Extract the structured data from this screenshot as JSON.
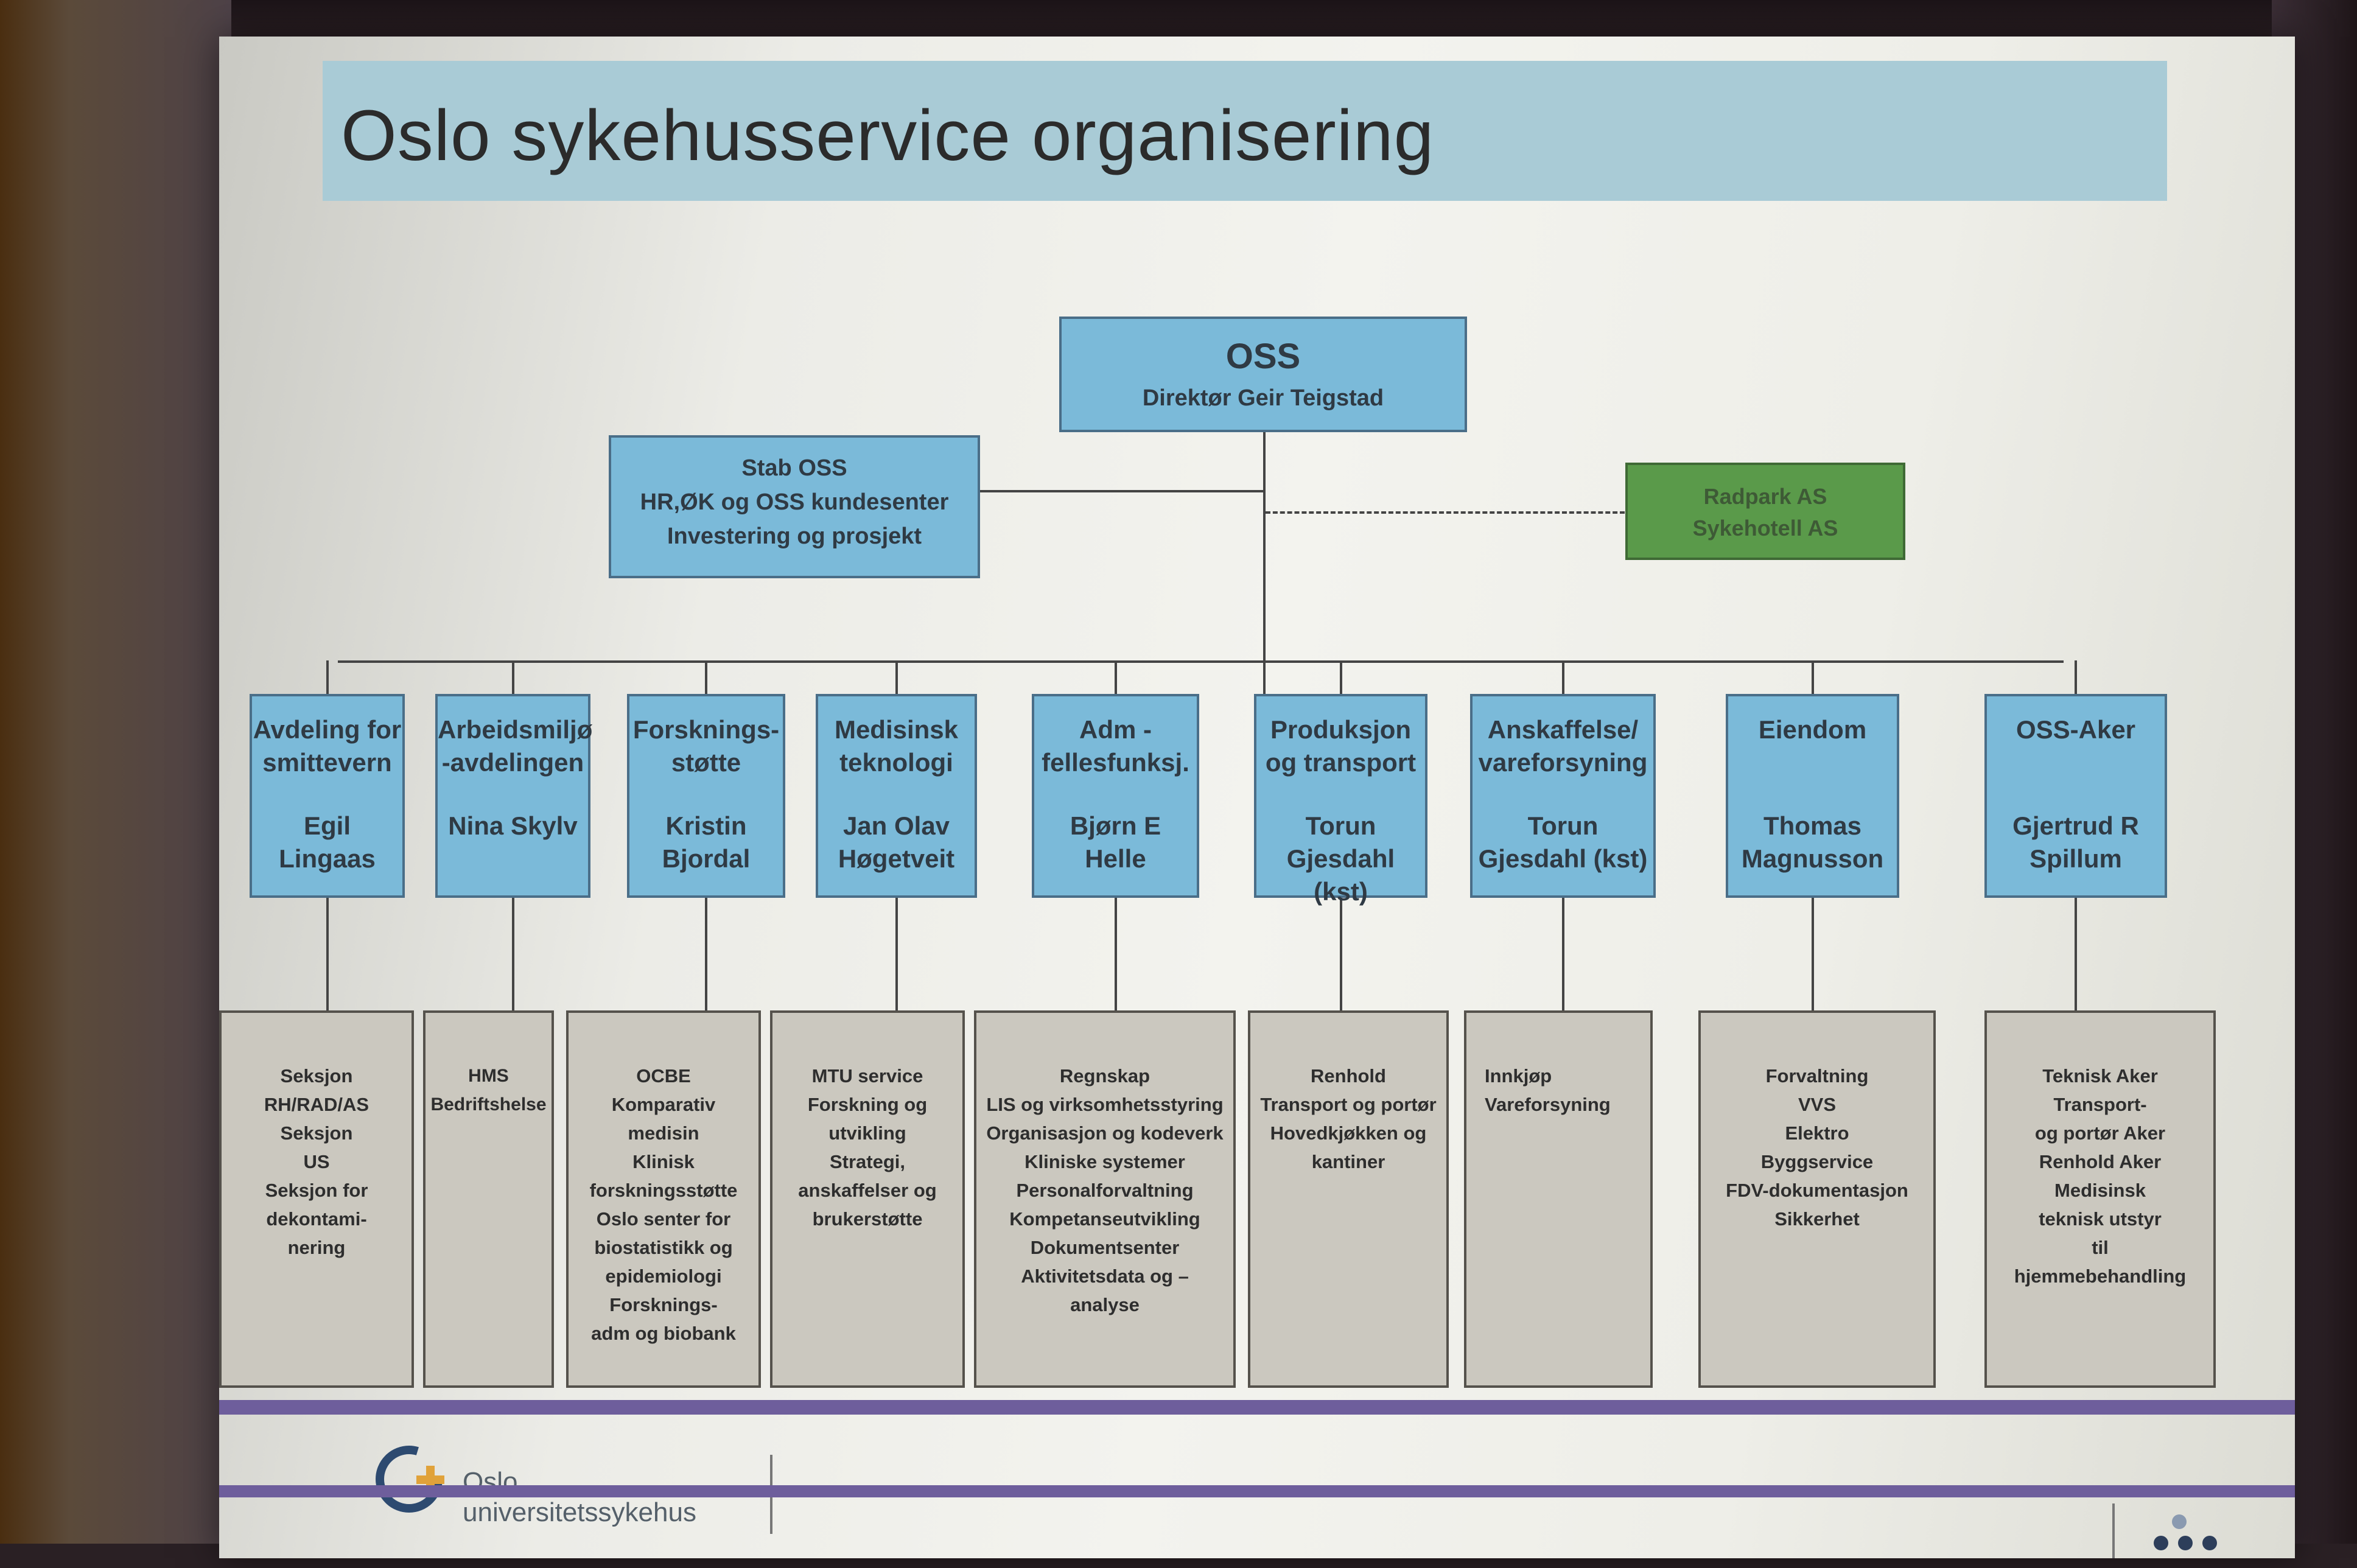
{
  "title": "Oslo sykehusservice organisering",
  "top": {
    "name": "OSS",
    "director": "Direktør Geir Teigstad"
  },
  "staff": {
    "lines": [
      "Stab OSS",
      "HR,ØK og OSS kundesenter",
      "Investering og prosjekt"
    ]
  },
  "subsidiaries": {
    "lines": [
      "Radpark AS",
      "Sykehotell AS"
    ]
  },
  "departments": [
    {
      "name": "Avdeling for\nsmittevern",
      "head": "Egil Lingaas",
      "sections": [
        "Seksjon",
        "RH/RAD/AS",
        "Seksjon",
        "US",
        "Seksjon for",
        "dekontami-",
        "nering"
      ]
    },
    {
      "name": "Arbeidsmiljø\n-avdelingen",
      "head": "Nina Skylv",
      "sections": [
        "HMS",
        "Bedriftshelse"
      ]
    },
    {
      "name": "Forsknings-\nstøtte",
      "head": "Kristin\nBjordal",
      "sections": [
        "OCBE",
        "Komparativ",
        "medisin",
        "Klinisk",
        "forskningsstøtte",
        "Oslo senter for",
        "biostatistikk og",
        "epidemiologi",
        "Forsknings-",
        "adm og biobank"
      ]
    },
    {
      "name": "Medisinsk\nteknologi",
      "head": "Jan Olav\nHøgetveit",
      "sections": [
        "MTU service",
        "Forskning og",
        "utvikling",
        "Strategi,",
        "anskaffelser og",
        "brukerstøtte"
      ]
    },
    {
      "name": "Adm -\nfellesfunksj.",
      "head": "Bjørn E\nHelle",
      "sections": [
        "Regnskap",
        "LIS og virksomhetsstyring",
        "Organisasjon og kodeverk",
        "Kliniske systemer",
        "Personalforvaltning",
        "Kompetanseutvikling",
        "Dokumentsenter",
        "Aktivitetsdata og –",
        "analyse"
      ]
    },
    {
      "name": "Produksjon\nog transport",
      "head": "Torun\nGjesdahl (kst)",
      "sections": [
        "Renhold",
        "Transport og portør",
        "Hovedkjøkken og",
        "kantiner"
      ]
    },
    {
      "name": "Anskaffelse/\nvareforsyning",
      "head": "Torun\nGjesdahl (kst)",
      "sections": [
        "Innkjøp",
        "Vareforsyning"
      ]
    },
    {
      "name": "Eiendom",
      "head": "Thomas\nMagnusson",
      "sections": [
        "Forvaltning",
        "VVS",
        "Elektro",
        "Byggservice",
        "FDV-dokumentasjon",
        "Sikkerhet"
      ]
    },
    {
      "name": "OSS-Aker",
      "head": "Gjertrud R\nSpillum",
      "sections": [
        "Teknisk Aker",
        "Transport-",
        "og portør Aker",
        "Renhold Aker",
        "Medisinsk",
        "teknisk utstyr",
        "til",
        "hjemmebehandling"
      ]
    }
  ],
  "footer": {
    "logo_line1": "Oslo",
    "logo_line2": "universitetssykehus"
  },
  "colors": {
    "unit_blue": "#7bbad9",
    "subsidiary_green": "#5a9a4a",
    "section_gray": "#cbc8bf",
    "footer_purple": "#6e5e9c"
  }
}
